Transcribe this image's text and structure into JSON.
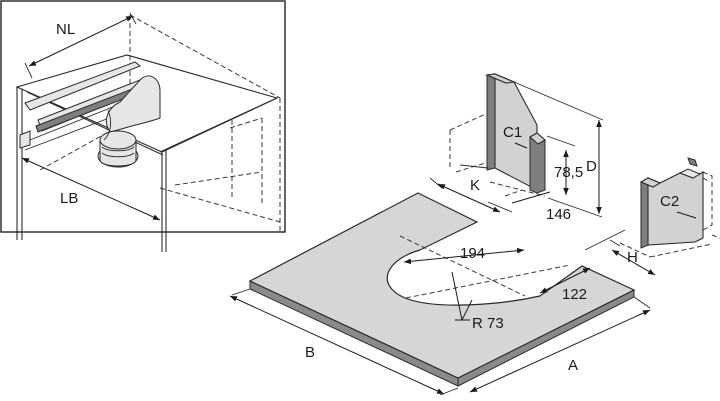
{
  "labels": {
    "nl": "NL",
    "lb": "LB",
    "c1": "C1",
    "c2": "C2",
    "d": "D",
    "k": "K",
    "h": "H",
    "a": "A",
    "b": "B",
    "v78": "78,5",
    "v146": "146",
    "v194": "194",
    "v122": "122",
    "r73": "R 73"
  }
}
